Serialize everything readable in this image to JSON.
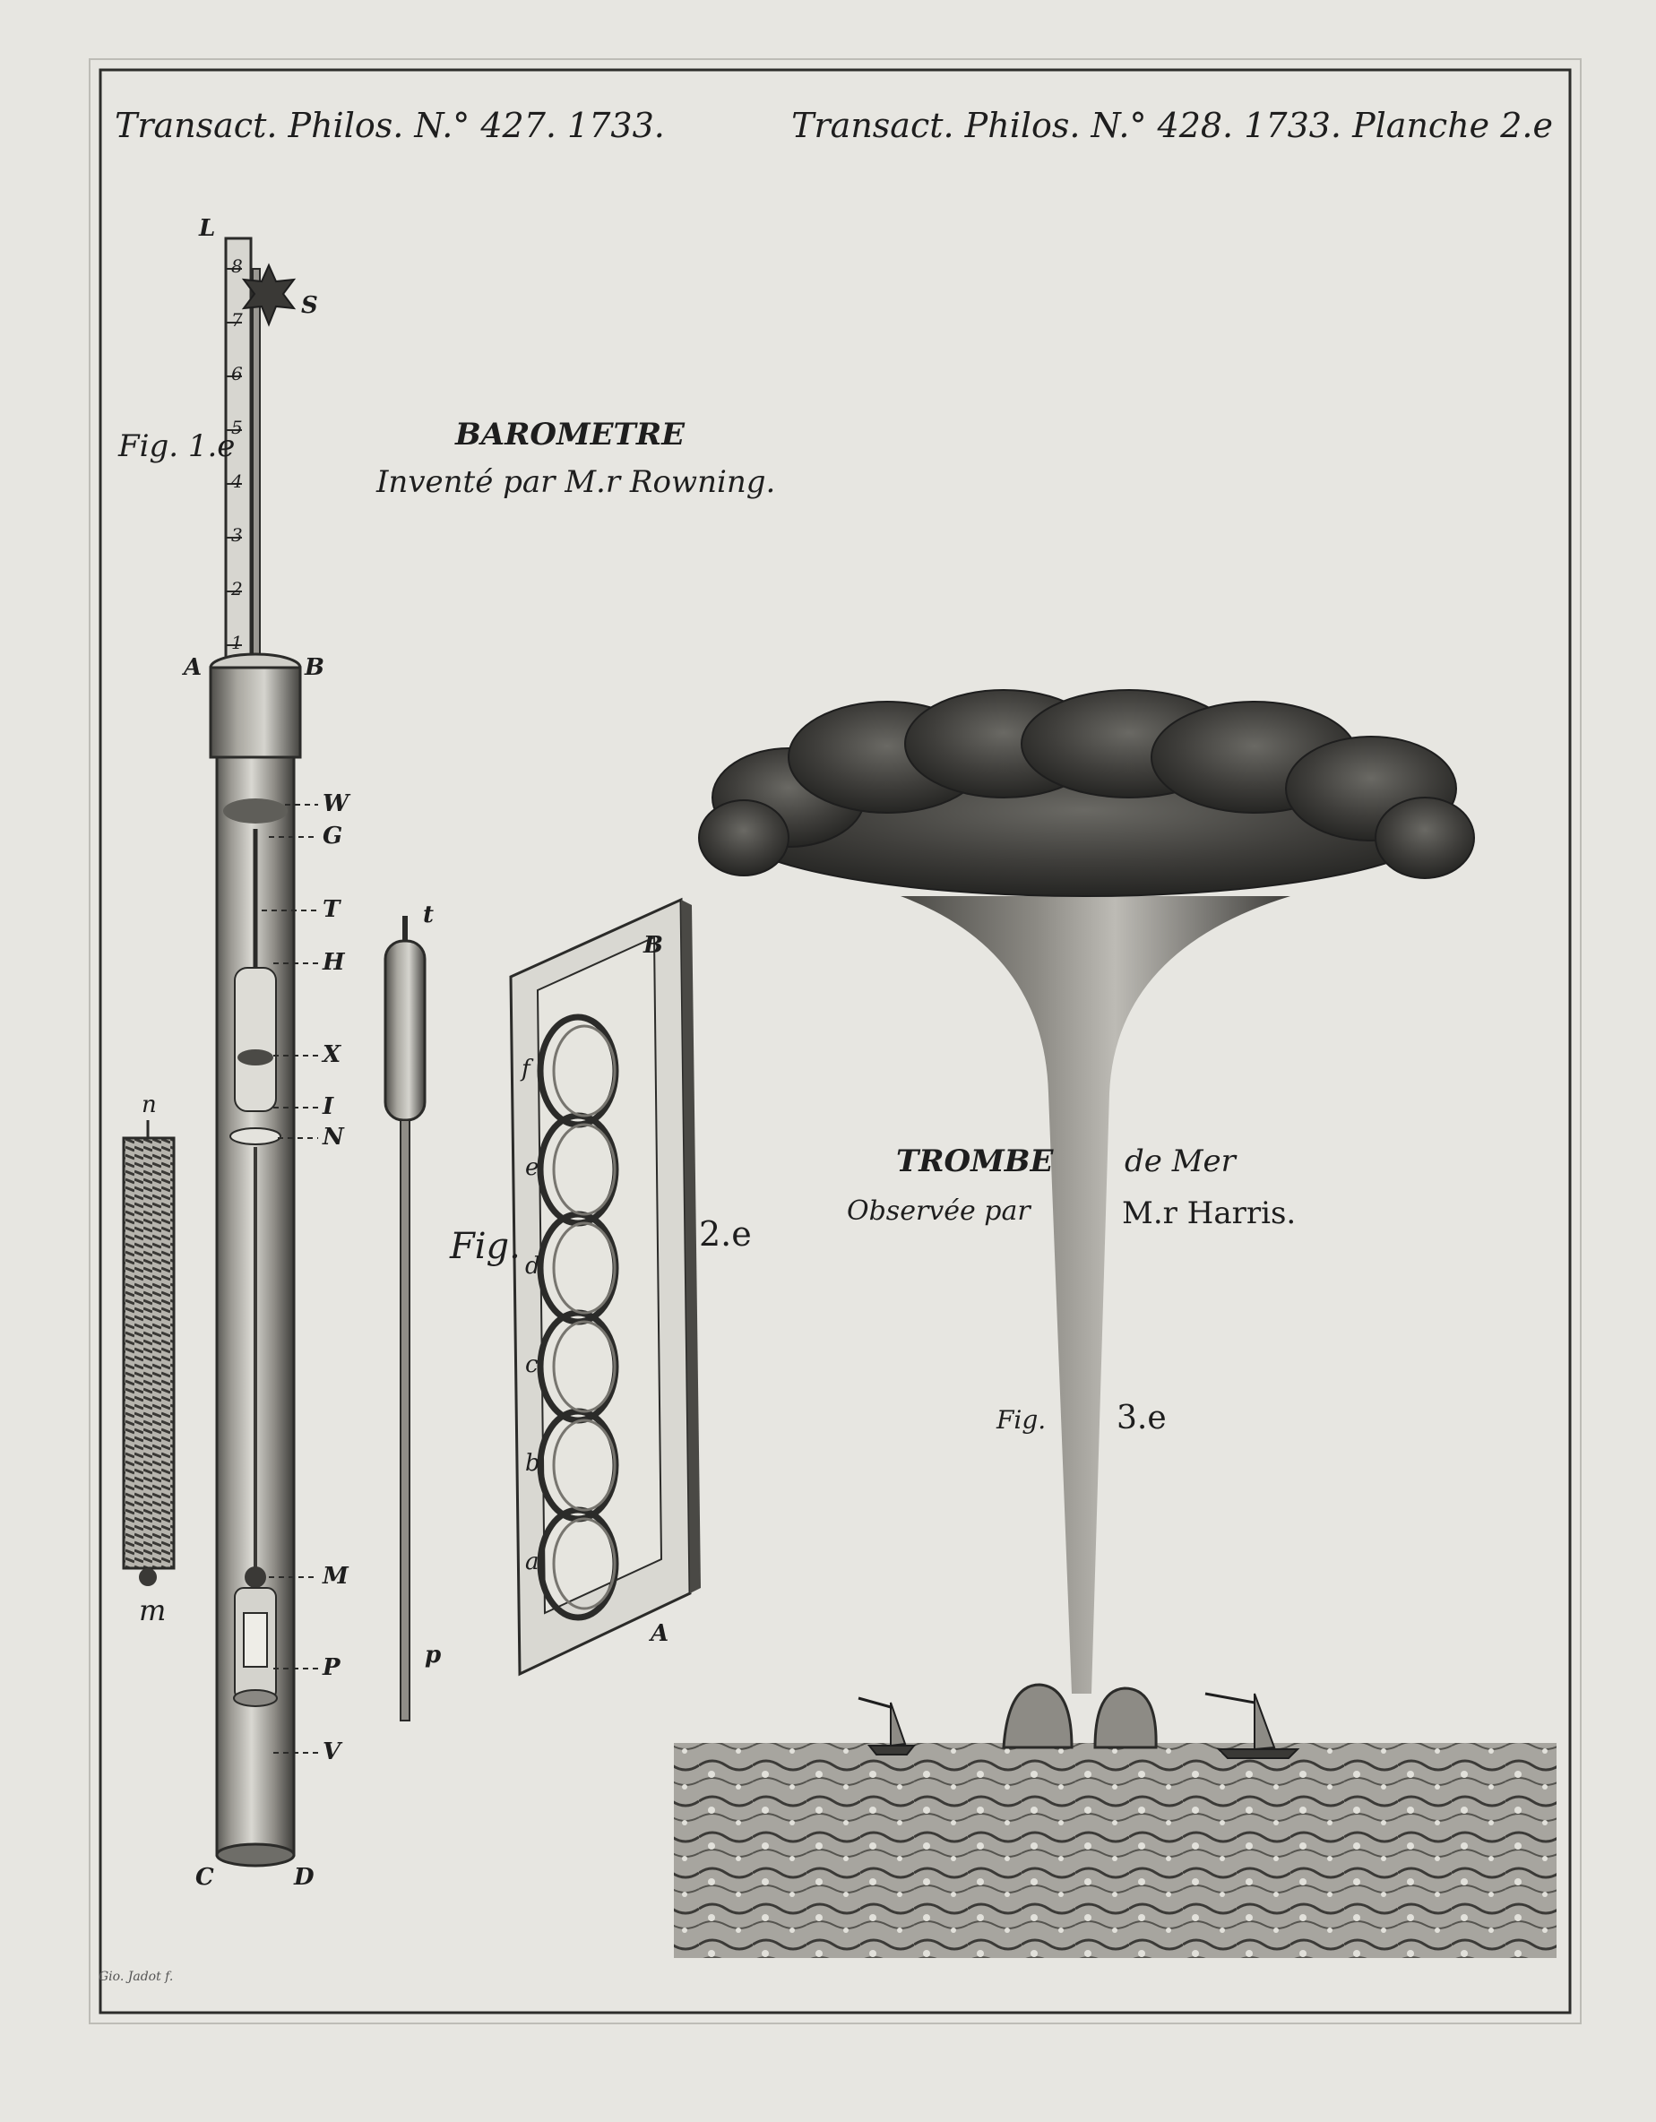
{
  "header": {
    "left": "Transact. Philos. N.° 427. 1733.",
    "right": "Transact. Philos. N.° 428. 1733. Planche 2.e"
  },
  "barometer": {
    "title": "BAROMETRE",
    "subtitle": "Inventé par M.r Rowning.",
    "fig_label": "Fig. 1.e",
    "labels": {
      "L": "L",
      "S": "S",
      "A": "A",
      "B": "B",
      "W": "W",
      "G": "G",
      "T": "T",
      "H": "H",
      "X": "X",
      "I": "I",
      "N": "N",
      "M": "M",
      "P": "P",
      "V": "V",
      "C": "C",
      "D": "D"
    },
    "scale_numbers": [
      "8",
      "7",
      "6",
      "5",
      "4",
      "3",
      "2",
      "1"
    ],
    "small_n": "n",
    "small_m": "m",
    "small_t": "t",
    "small_p": "p"
  },
  "figure2": {
    "fig_word": "Fig.",
    "fig_number": "2.e",
    "label_B": "B",
    "label_A": "A",
    "ring_labels": [
      "f",
      "e",
      "d",
      "c",
      "b",
      "a"
    ]
  },
  "waterspout": {
    "title_left": "TROMBE",
    "title_right": "de Mer",
    "sub_left": "Observée par",
    "sub_right": "M.r Harris.",
    "fig_word": "Fig.",
    "fig_number": "3.e"
  },
  "engraver": "Gio. Jadot f."
}
